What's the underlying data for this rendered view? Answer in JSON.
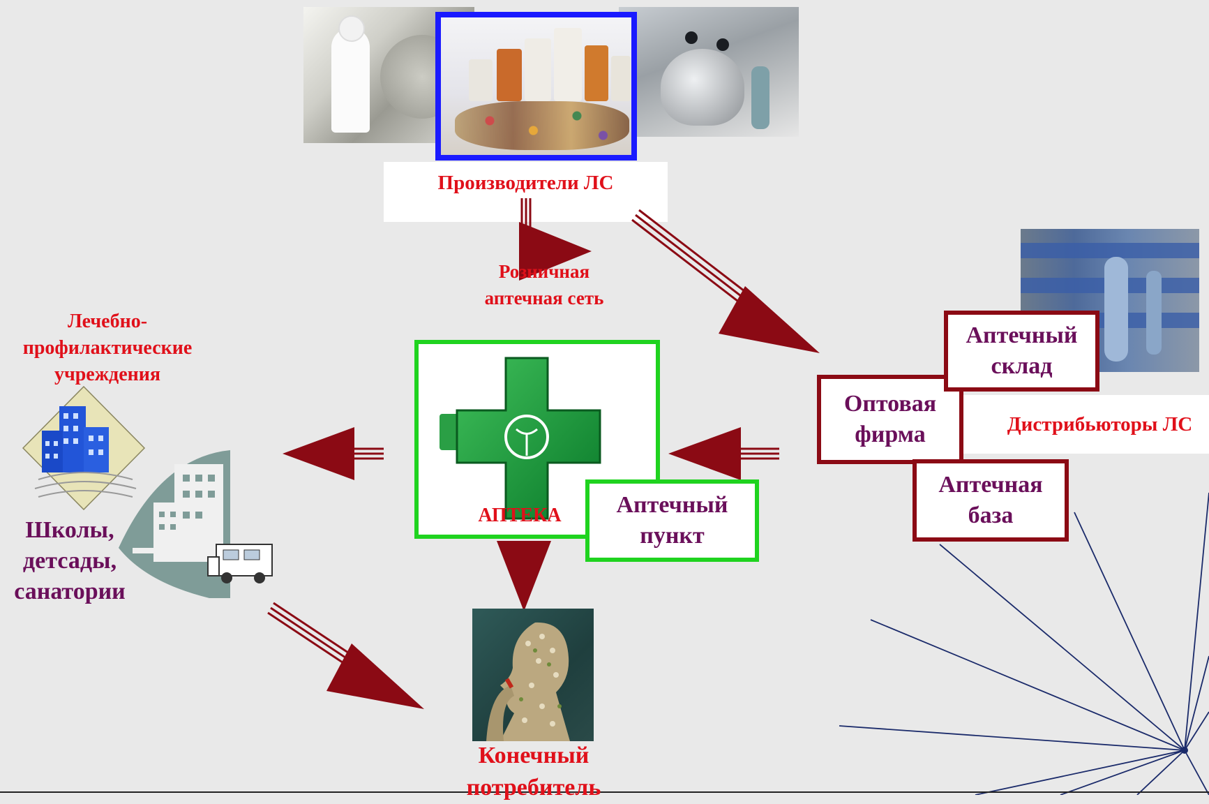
{
  "producers": {
    "label": "Производители ЛС"
  },
  "retail": {
    "label_line1": "Розничная",
    "label_line2": "аптечная сеть"
  },
  "medical": {
    "line1": "Лечебно-",
    "line2": "профилактические",
    "line3": "учреждения"
  },
  "schools": {
    "line1": "Школы,",
    "line2": "детсады,",
    "line3": "санатории"
  },
  "pharmacy": {
    "label": "АПТЕКА",
    "point_line1": "Аптечный",
    "point_line2": "пункт"
  },
  "distributors": {
    "label": "Дистрибьюторы ЛС",
    "warehouse_line1": "Аптечный",
    "warehouse_line2": "склад",
    "wholesale_line1": "Оптовая",
    "wholesale_line2": "фирма",
    "base_line1": "Аптечная",
    "base_line2": "база"
  },
  "consumer": {
    "line1": "Конечный",
    "line2": "потребитель"
  },
  "colors": {
    "arrow": "#8b0a14",
    "label_red": "#e0101a",
    "label_purple": "#6a0f5a",
    "green_frame": "#1fd31f",
    "blue_frame": "#1a1aff",
    "star_lines": "#1a2a6a"
  }
}
